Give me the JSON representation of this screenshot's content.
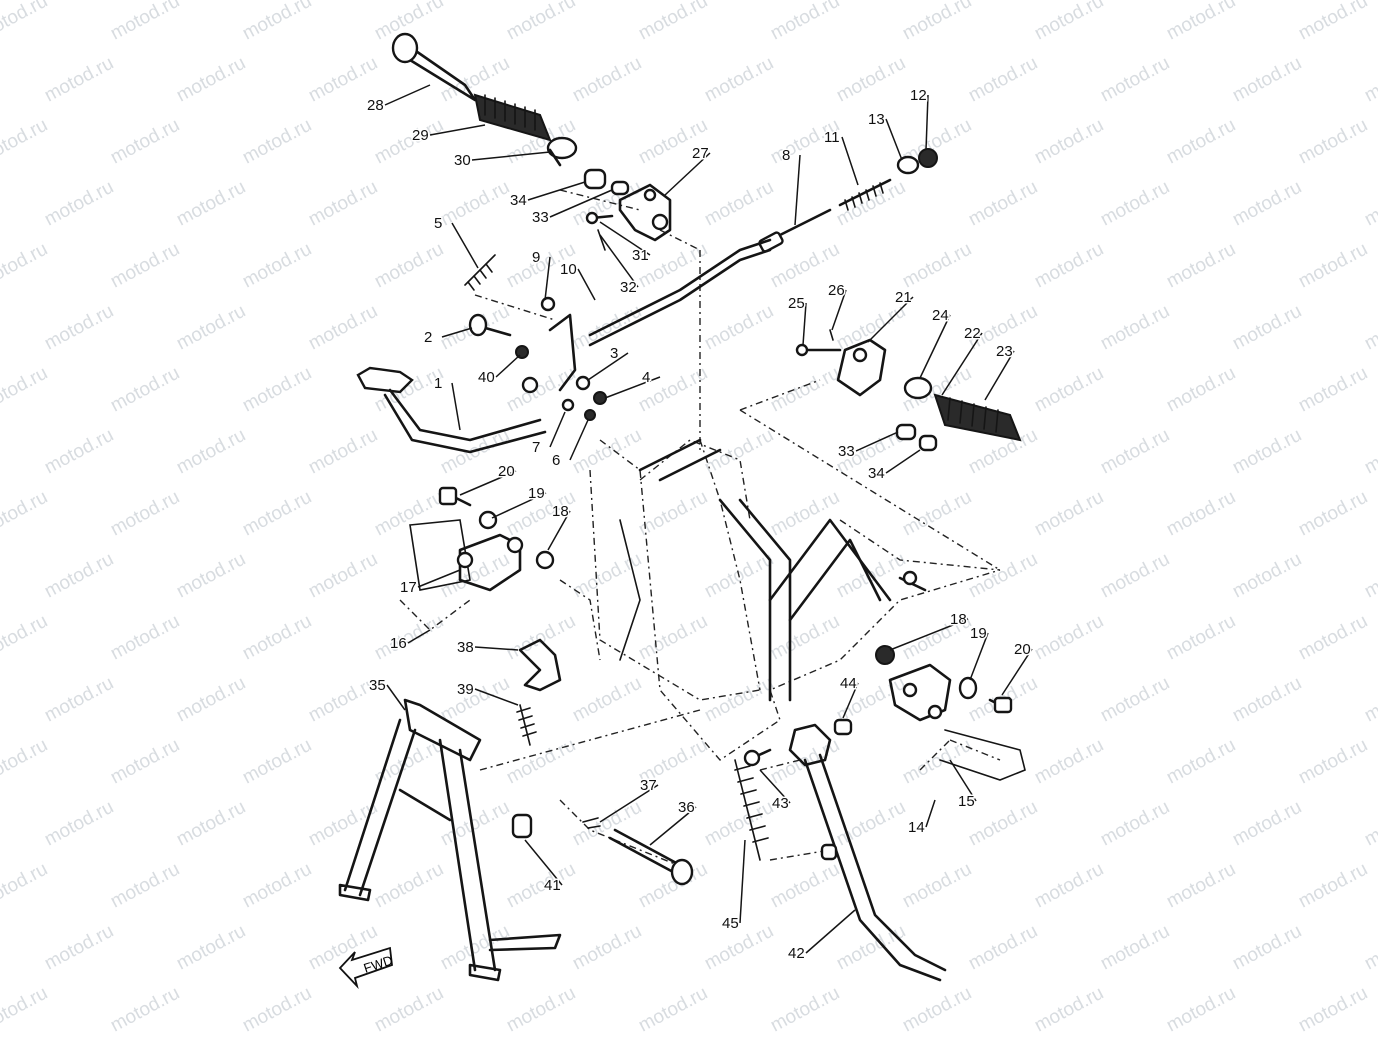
{
  "watermark": {
    "text": "motod.ru"
  },
  "fwd_label": "FWD",
  "callouts": [
    {
      "id": "c1",
      "label": "1"
    },
    {
      "id": "c2",
      "label": "2"
    },
    {
      "id": "c3",
      "label": "3"
    },
    {
      "id": "c4",
      "label": "4"
    },
    {
      "id": "c5",
      "label": "5"
    },
    {
      "id": "c6",
      "label": "6"
    },
    {
      "id": "c7",
      "label": "7"
    },
    {
      "id": "c8",
      "label": "8"
    },
    {
      "id": "c9",
      "label": "9"
    },
    {
      "id": "c10",
      "label": "10"
    },
    {
      "id": "c11",
      "label": "11"
    },
    {
      "id": "c12",
      "label": "12"
    },
    {
      "id": "c13",
      "label": "13"
    },
    {
      "id": "c14",
      "label": "14"
    },
    {
      "id": "c15",
      "label": "15"
    },
    {
      "id": "c16",
      "label": "16"
    },
    {
      "id": "c17",
      "label": "17"
    },
    {
      "id": "c18a",
      "label": "18"
    },
    {
      "id": "c18b",
      "label": "18"
    },
    {
      "id": "c19a",
      "label": "19"
    },
    {
      "id": "c19b",
      "label": "19"
    },
    {
      "id": "c20a",
      "label": "20"
    },
    {
      "id": "c20b",
      "label": "20"
    },
    {
      "id": "c21",
      "label": "21"
    },
    {
      "id": "c22",
      "label": "22"
    },
    {
      "id": "c23",
      "label": "23"
    },
    {
      "id": "c24",
      "label": "24"
    },
    {
      "id": "c25",
      "label": "25"
    },
    {
      "id": "c26",
      "label": "26"
    },
    {
      "id": "c27",
      "label": "27"
    },
    {
      "id": "c28",
      "label": "28"
    },
    {
      "id": "c29",
      "label": "29"
    },
    {
      "id": "c30",
      "label": "30"
    },
    {
      "id": "c31",
      "label": "31"
    },
    {
      "id": "c32",
      "label": "32"
    },
    {
      "id": "c33a",
      "label": "33"
    },
    {
      "id": "c33b",
      "label": "33"
    },
    {
      "id": "c34a",
      "label": "34"
    },
    {
      "id": "c34b",
      "label": "34"
    },
    {
      "id": "c35",
      "label": "35"
    },
    {
      "id": "c36",
      "label": "36"
    },
    {
      "id": "c37",
      "label": "37"
    },
    {
      "id": "c38",
      "label": "38"
    },
    {
      "id": "c39",
      "label": "39"
    },
    {
      "id": "c40",
      "label": "40"
    },
    {
      "id": "c41",
      "label": "41"
    },
    {
      "id": "c42",
      "label": "42"
    },
    {
      "id": "c43",
      "label": "43"
    },
    {
      "id": "c44",
      "label": "44"
    },
    {
      "id": "c45",
      "label": "45"
    }
  ]
}
